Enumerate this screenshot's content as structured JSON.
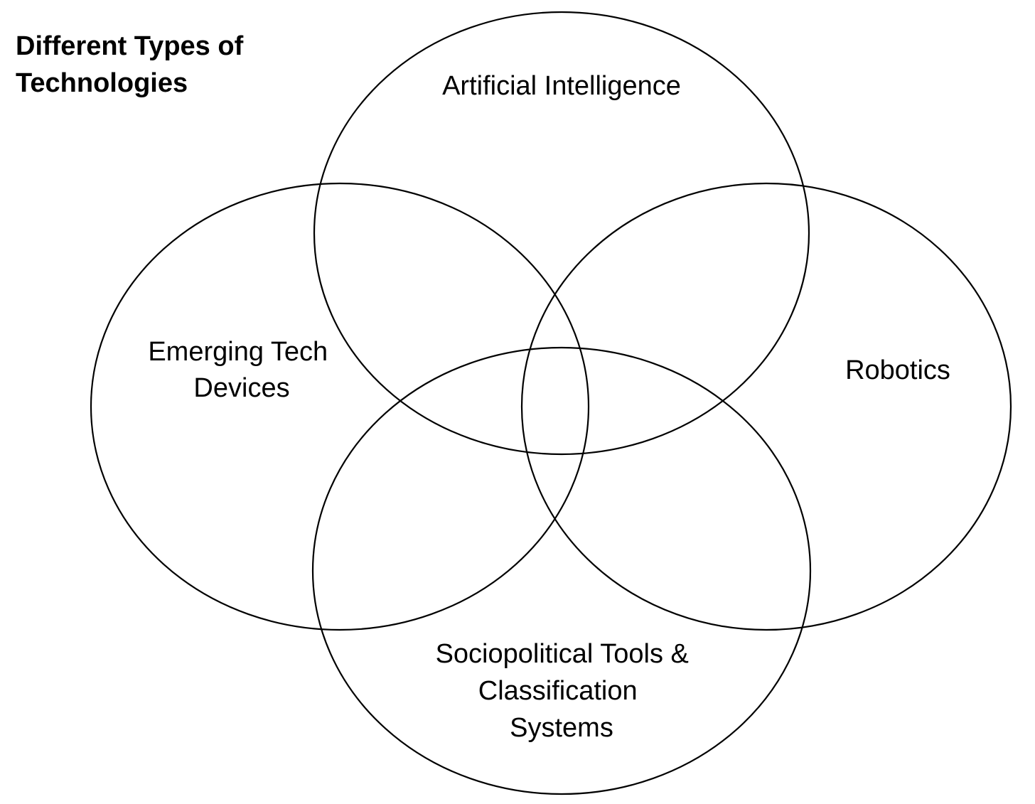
{
  "diagram": {
    "type": "venn",
    "title_lines": [
      "Different Types of",
      "Technologies"
    ],
    "sets": [
      {
        "id": "ai",
        "label_lines": [
          "Artificial Intelligence"
        ]
      },
      {
        "id": "emerging",
        "label_lines": [
          "Emerging Tech",
          "Devices"
        ]
      },
      {
        "id": "robotics",
        "label_lines": [
          "Robotics"
        ]
      },
      {
        "id": "socio",
        "label_lines": [
          "Sociopolitical Tools &",
          "Classification",
          "Systems"
        ]
      }
    ],
    "colors": {
      "stroke": "#000000",
      "text": "#000000",
      "background": "#ffffff"
    }
  }
}
